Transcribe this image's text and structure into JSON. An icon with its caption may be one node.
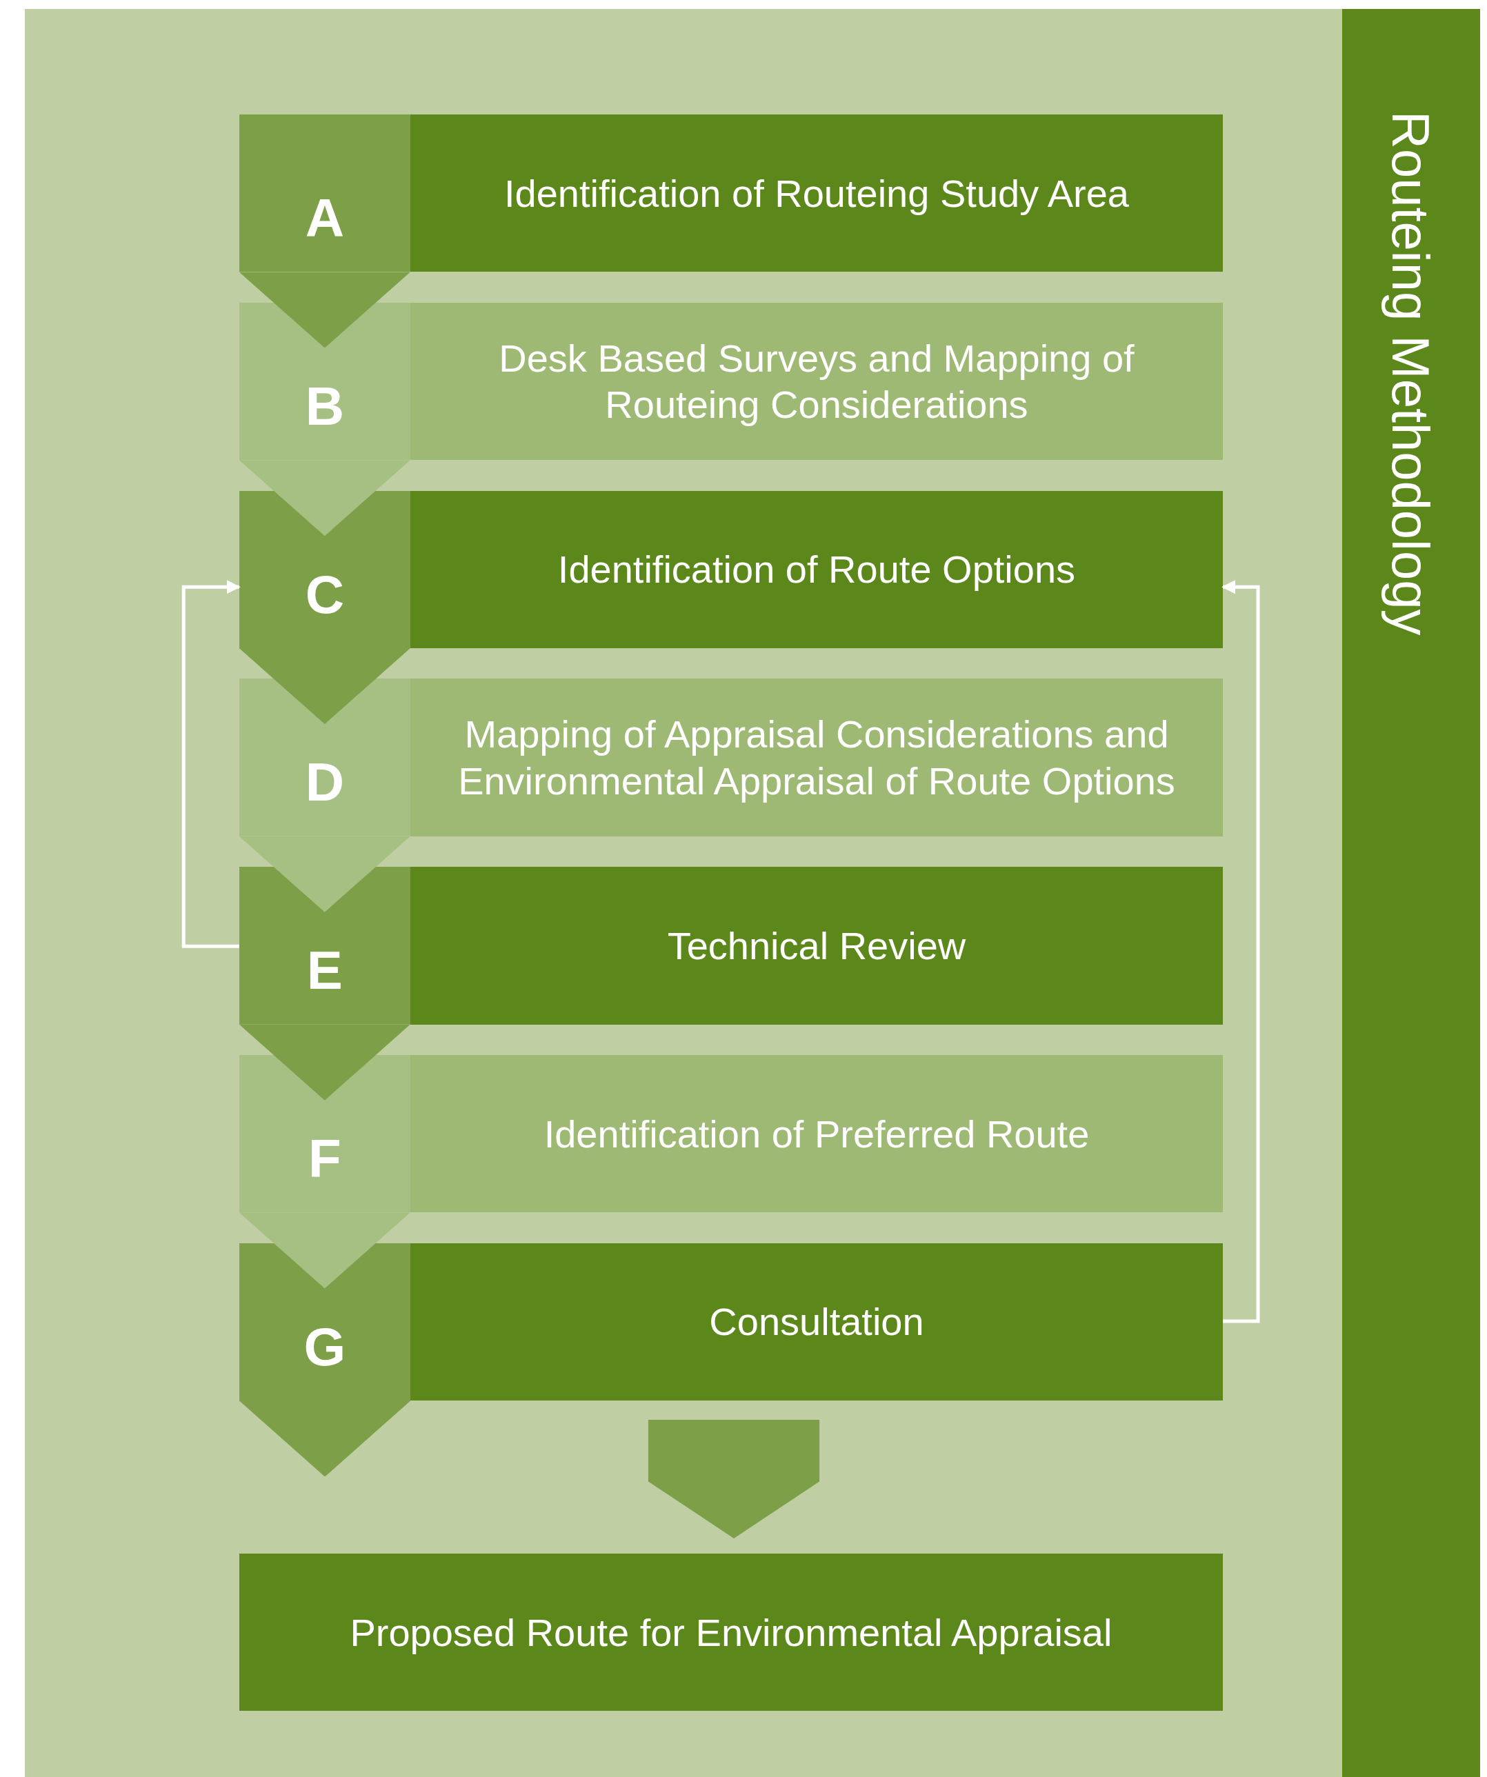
{
  "diagram": {
    "nodes": [
      {
        "text": [
          "A"
        ]
      },
      {
        "text": [
          "Identification of Routeing Study Area"
        ]
      },
      {
        "text": [
          "B"
        ]
      },
      {
        "text": [
          "Desk Based Surveys and Mapping of Routeing Considerations"
        ]
      },
      {
        "text": [
          "C"
        ]
      },
      {
        "text": [
          "Identification of Route Options"
        ]
      },
      {
        "text": [
          "D"
        ]
      },
      {
        "text": [
          "Mapping of Appraisal Considerations and Environmental Appraisal of Route Options"
        ]
      },
      {
        "text": [
          "E"
        ]
      },
      {
        "text": [
          "Technical Review"
        ]
      },
      {
        "text": [
          "F"
        ]
      },
      {
        "text": [
          "Identification of Preferred Route"
        ]
      },
      {
        "text": [
          "G"
        ]
      },
      {
        "text": [
          "Consultation"
        ]
      },
      {
        "text": [
          "Proposed Route for Environmental Appraisal"
        ]
      },
      {
        "text": [
          "Routeing Methodology"
        ]
      }
    ],
    "edges": [
      {
        "from": 0,
        "to": 2,
        "arrow": "to"
      },
      {
        "from": 2,
        "to": 4,
        "arrow": "to"
      },
      {
        "from": 4,
        "to": 6,
        "arrow": "to"
      },
      {
        "from": 6,
        "to": 8,
        "arrow": "to"
      },
      {
        "from": 8,
        "to": 10,
        "arrow": "to"
      },
      {
        "from": 10,
        "to": 12,
        "arrow": "to"
      },
      {
        "from": 8,
        "to": 4,
        "arrow": "to",
        "color": "#ffffff"
      },
      {
        "from": 13,
        "to": 5,
        "arrow": "to",
        "color": "#ffffff"
      },
      {
        "from": 13,
        "to": 14,
        "arrow": "to"
      }
    ]
  }
}
